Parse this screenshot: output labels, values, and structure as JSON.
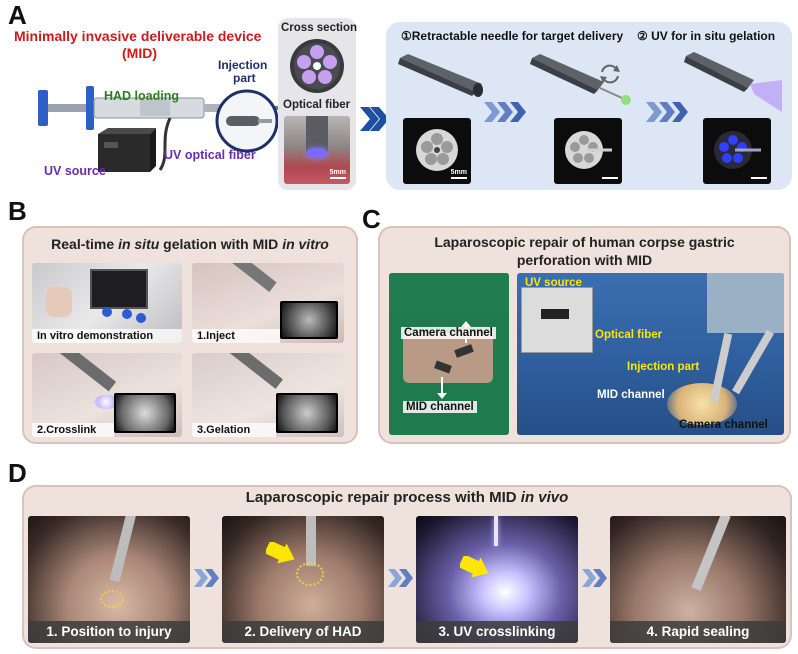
{
  "panel_letters": {
    "a": "A",
    "b": "B",
    "c": "C",
    "d": "D"
  },
  "panel_a": {
    "device_title_line1": "Minimally invasive deliverable device",
    "device_title_line2": "(MID)",
    "had_loading": "HAD loading",
    "uv_optical_fiber": "UV optical fiber",
    "uv_source": "UV source",
    "injection_part_line1": "Injection",
    "injection_part_line2": "part",
    "cross_section": "Cross section",
    "optical_fiber": "Optical fiber",
    "scale_5mm_a": "5mm",
    "step1": "①Retractable needle for target delivery",
    "step2": "② UV for in situ gelation",
    "scale_5mm_b": "5mm",
    "colors": {
      "title_red": "#cc1b1b",
      "green": "#2e7d1f",
      "purple": "#6a2bb0",
      "navy": "#1f2f6b"
    }
  },
  "panel_b": {
    "title_pre": "Real-time ",
    "title_italic1": "in situ",
    "title_mid": " gelation with MID ",
    "title_italic2": "in vitro",
    "captions": [
      "In vitro demonstration",
      "1.Inject",
      "2.Crosslink",
      "3.Gelation"
    ]
  },
  "panel_c": {
    "title_line1": "Laparoscopic repair of  human corpse gastric",
    "title_line2": "perforation with MID",
    "camera_channel_left": "Camera channel",
    "mid_channel_left": "MID channel",
    "uv_source": "UV source",
    "optical_fiber": "Optical fiber",
    "injection_part": "Injection part",
    "mid_channel_right": "MID channel",
    "camera_channel_right": "Camera channel"
  },
  "panel_d": {
    "title_pre": "Laparoscopic repair process with MID ",
    "title_italic": "in vivo",
    "captions": [
      "1. Position to injury",
      "2. Delivery of HAD",
      "3. UV crosslinking",
      "4. Rapid sealing"
    ]
  }
}
